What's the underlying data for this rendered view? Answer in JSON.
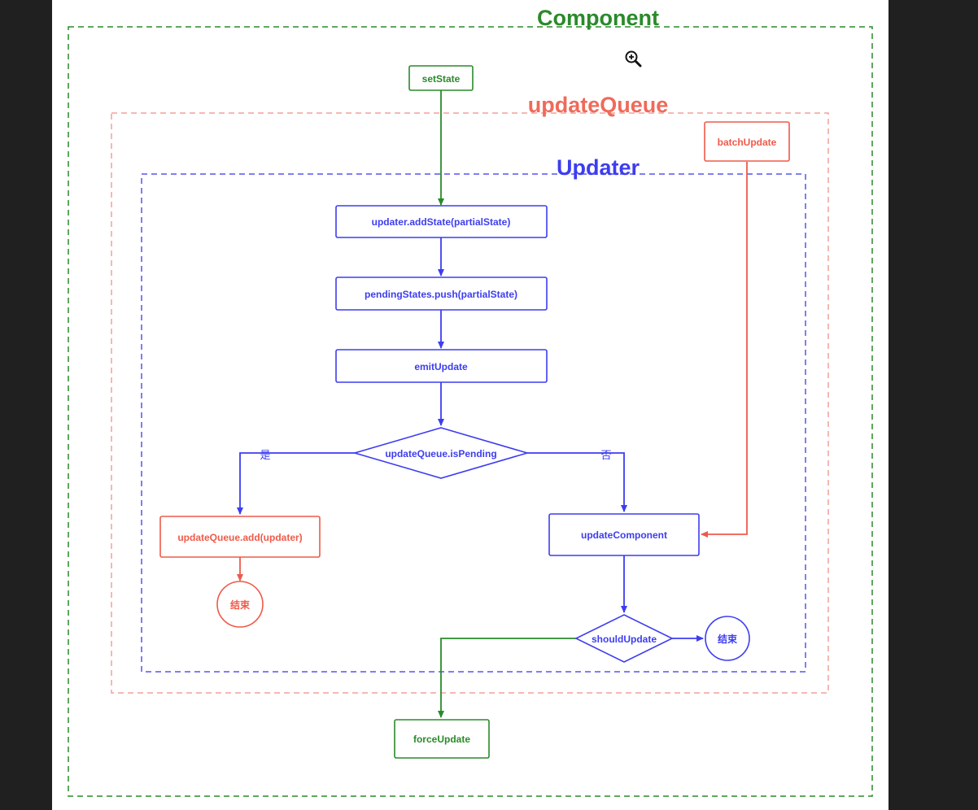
{
  "containers": {
    "component": {
      "title": "Component",
      "color": "#2a8a2a"
    },
    "update_queue": {
      "title": "updateQueue",
      "color": "#ef6a5a"
    },
    "updater": {
      "title": "Updater",
      "color": "#3d3df0"
    }
  },
  "nodes": {
    "set_state": "setState",
    "batch_update": "batchUpdate",
    "add_state": "updater.addState(partialState)",
    "pending_push": "pendingStates.push(partialState)",
    "emit_update": "emitUpdate",
    "is_pending": "updateQueue.isPending",
    "queue_add": "updateQueue.add(updater)",
    "end_left": "结束",
    "update_component": "updateComponent",
    "should_update": "shouldUpdate",
    "end_right": "结束",
    "force_update": "forceUpdate"
  },
  "edge_labels": {
    "yes": "是",
    "no": "否"
  },
  "icons": {
    "zoom": "zoom-in-icon"
  }
}
